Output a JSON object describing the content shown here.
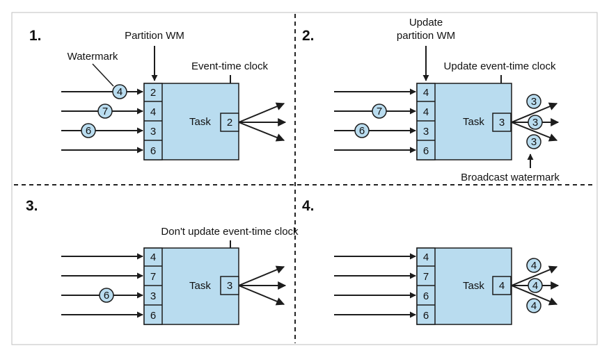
{
  "colors": {
    "fill": "#b9dcef",
    "stroke": "#1c1c1c",
    "border": "#bfbfbf"
  },
  "panel1": {
    "number": "1.",
    "label_partition": "Partition WM",
    "label_watermark": "Watermark",
    "label_clock": "Event-time clock",
    "partitions": [
      "2",
      "4",
      "3",
      "6"
    ],
    "task": "Task",
    "clock": "2",
    "incoming": [
      "4",
      "7",
      "6"
    ]
  },
  "panel2": {
    "number": "2.",
    "label_update_1": "Update",
    "label_update_2": "partition WM",
    "label_clock": "Update event-time clock",
    "label_broadcast": "Broadcast watermark",
    "partitions": [
      "4",
      "4",
      "3",
      "6"
    ],
    "task": "Task",
    "clock": "3",
    "incoming": [
      "7",
      "6"
    ],
    "outgoing": [
      "3",
      "3",
      "3"
    ]
  },
  "panel3": {
    "number": "3.",
    "label_clock": "Don't update event-time clock",
    "partitions": [
      "4",
      "7",
      "3",
      "6"
    ],
    "task": "Task",
    "clock": "3",
    "incoming": [
      "6"
    ]
  },
  "panel4": {
    "number": "4.",
    "partitions": [
      "4",
      "7",
      "6",
      "6"
    ],
    "task": "Task",
    "clock": "4",
    "outgoing": [
      "4",
      "4",
      "4"
    ]
  }
}
